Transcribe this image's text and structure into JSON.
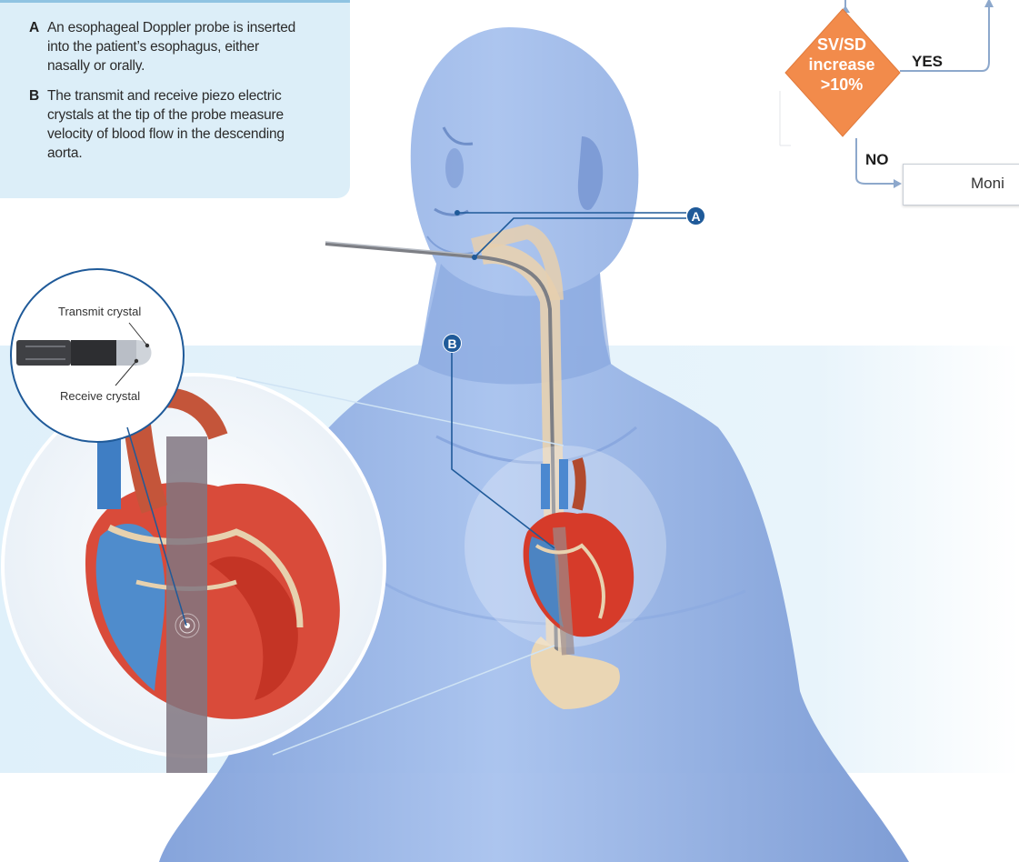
{
  "steps": [
    {
      "letter": "A",
      "text": "An esophageal Doppler probe is inserted into the patient’s esophagus, either nasally or orally."
    },
    {
      "letter": "B",
      "text": "The transmit and receive piezo electric crystals at the tip of the probe measure velocity of blood flow in the descending aorta."
    }
  ],
  "flowchart": {
    "decision_line1": "SV/SD",
    "decision_line2": "increase",
    "decision_line3": ">10%",
    "yes_label": "YES",
    "no_label": "NO",
    "monitor_text": "Moni"
  },
  "markers": {
    "a": "A",
    "b": "B"
  },
  "probe_labels": {
    "transmit": "Transmit crystal",
    "receive": "Receive crystal"
  },
  "colors": {
    "info_bg": "#dceef8",
    "decision_fill": "#f28b4b",
    "marker_fill": "#1f5a99",
    "body_fill": "#8fb0e3",
    "band_fill": "#e2f1fa"
  }
}
